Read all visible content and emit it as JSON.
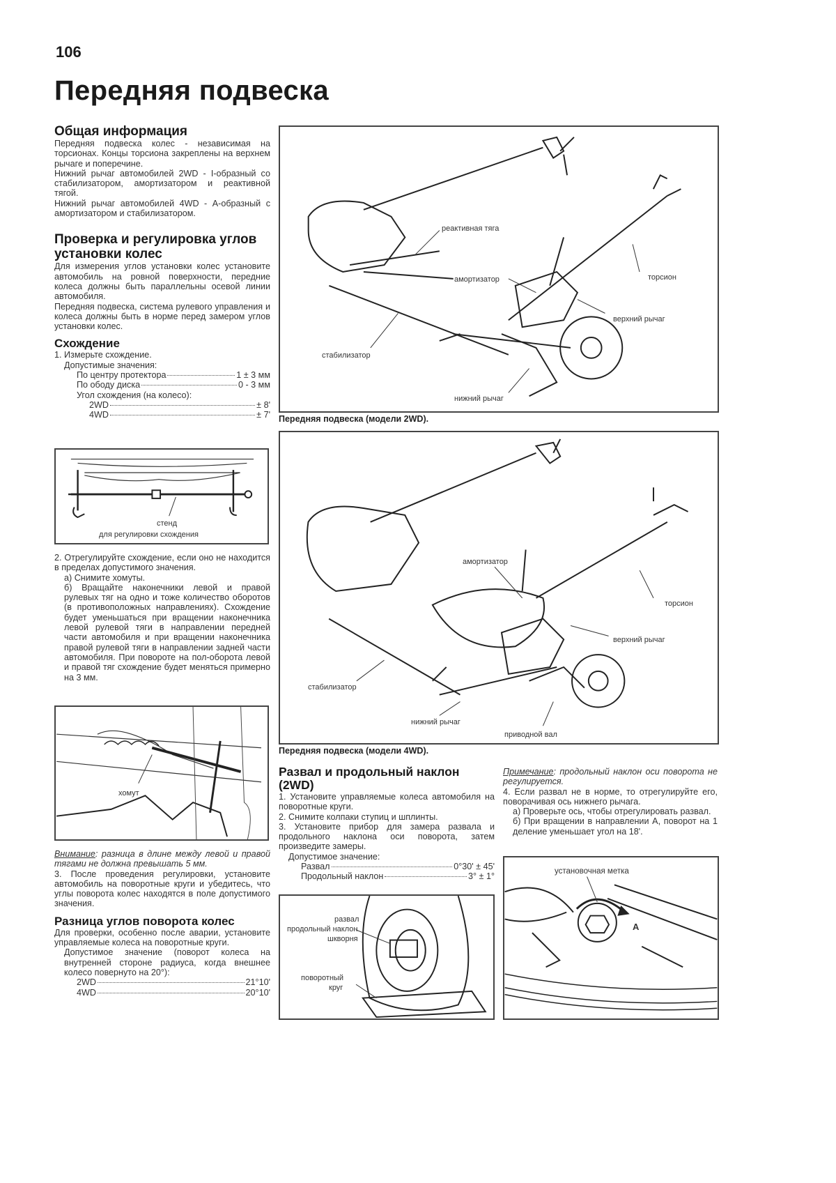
{
  "page_number": "106",
  "title": "Передняя подвеска",
  "left": {
    "general": {
      "heading": "Общая информация",
      "paragraphs": [
        "Передняя подвеска колес - независимая на торсионах. Концы торсиона закреплены на верхнем рычаге и поперечине.",
        "Нижний рычаг автомобилей 2WD - I-образный со стабилизатором, амортизатором и реактивной тягой.",
        "Нижний рычаг автомобилей 4WD - А-образный с амортизатором и стабилизатором."
      ]
    },
    "check": {
      "heading": "Проверка и регулировка углов установки колес",
      "paragraphs": [
        "Для измерения углов установки колес установите автомобиль на ровной поверхности, передние колеса должны быть параллельны осевой линии автомобиля.",
        "Передняя подвеска, система рулевого управления и колеса должны быть в норме перед замером углов установки колес."
      ]
    },
    "toe": {
      "heading": "Схождение",
      "step1": "1. Измерьте схождение.",
      "allowed": "Допустимые значения:",
      "specs": [
        {
          "label": "По центру протектора",
          "value": "1 ± 3 мм"
        },
        {
          "label": "По ободу диска",
          "value": "0 - 3 мм"
        }
      ],
      "angle_label": "Угол схождения (на колесо):",
      "angle_specs": [
        {
          "label": "2WD",
          "value": "± 8'"
        },
        {
          "label": "4WD",
          "value": "± 7'"
        }
      ],
      "figure_label_1": "стенд",
      "figure_label_2": "для регулировки схождения",
      "step2": "2. Отрегулируйте схождение, если оно не находится в пределах допустимого значения.",
      "step2a": "а) Снимите хомуты.",
      "step2b": "б) Вращайте наконечники левой и правой рулевых тяг на одно и тоже количество оборотов (в противоположных направлениях). Схождение будет уменьшаться при вращении наконечника левой рулевой тяги в направлении передней части автомобиля и при вращении наконечника правой рулевой тяги в направлении задней части автомобиля. При повороте на пол-оборота левой и правой тяг схождение будет меняться примерно на 3 мм.",
      "clamp_label": "хомут",
      "warning_word": "Внимание",
      "warning_text": ": разница в длине между левой и правой тягами не должна превышать 5 мм.",
      "step3": "3. После проведения регулировки, установите автомобиль на поворотные круги и убедитесь, что углы поворота колес находятся в поле допустимого значения."
    },
    "turn": {
      "heading": "Разница углов поворота колес",
      "paragraph": "Для проверки, особенно после аварии, установите управляемые колеса на поворотные круги.",
      "allowed": "Допустимое значение (поворот колеса на внутренней стороне радиуса, когда внешнее колесо повернуто на 20°):",
      "specs": [
        {
          "label": "2WD",
          "value": "21°10'"
        },
        {
          "label": "4WD",
          "value": "20°10'"
        }
      ]
    }
  },
  "figure_2wd": {
    "caption": "Передняя подвеска (модели 2WD).",
    "labels": {
      "reactive_rod": "реактивная тяга",
      "torsion": "торсион",
      "shock": "амортизатор",
      "upper_arm": "верхний рычаг",
      "stabilizer": "стабилизатор",
      "lower_arm": "нижний рычаг"
    }
  },
  "figure_4wd": {
    "caption": "Передняя подвеска (модели 4WD).",
    "labels": {
      "shock": "амортизатор",
      "torsion": "торсион",
      "upper_arm": "верхний рычаг",
      "stabilizer": "стабилизатор",
      "lower_arm": "нижний рычаг",
      "drive_shaft": "приводной вал"
    }
  },
  "camber": {
    "heading": "Развал и продольный наклон (2WD)",
    "steps": [
      "1. Установите управляемые колеса автомобиля на поворотные круги.",
      "2. Снимите колпаки ступиц и шплинты.",
      "3. Установите прибор для замера развала и продольного наклона оси поворота, затем произведите замеры."
    ],
    "allowed": "Допустимое значение:",
    "specs": [
      {
        "label": "Развал",
        "value": "0°30' ± 45'"
      },
      {
        "label": "Продольный наклон",
        "value": "3° ± 1°"
      }
    ],
    "figure_labels": [
      "развал",
      "продольный наклон",
      "шкворня",
      "поворотный",
      "круг"
    ]
  },
  "right": {
    "note_word": "Примечание",
    "note_text": ": продольный наклон оси поворота не регулируется.",
    "step4": "4. Если развал не в норме, то отрегулируйте его, поворачивая ось нижнего рычага.",
    "step4a": "а) Проверьте ось, чтобы отрегулировать развал.",
    "step4b": "б) При вращении в направлении А, поворот на 1 деление уменьшает угол на 18'.",
    "figure_label": "установочная метка",
    "figure_letter": "A"
  }
}
